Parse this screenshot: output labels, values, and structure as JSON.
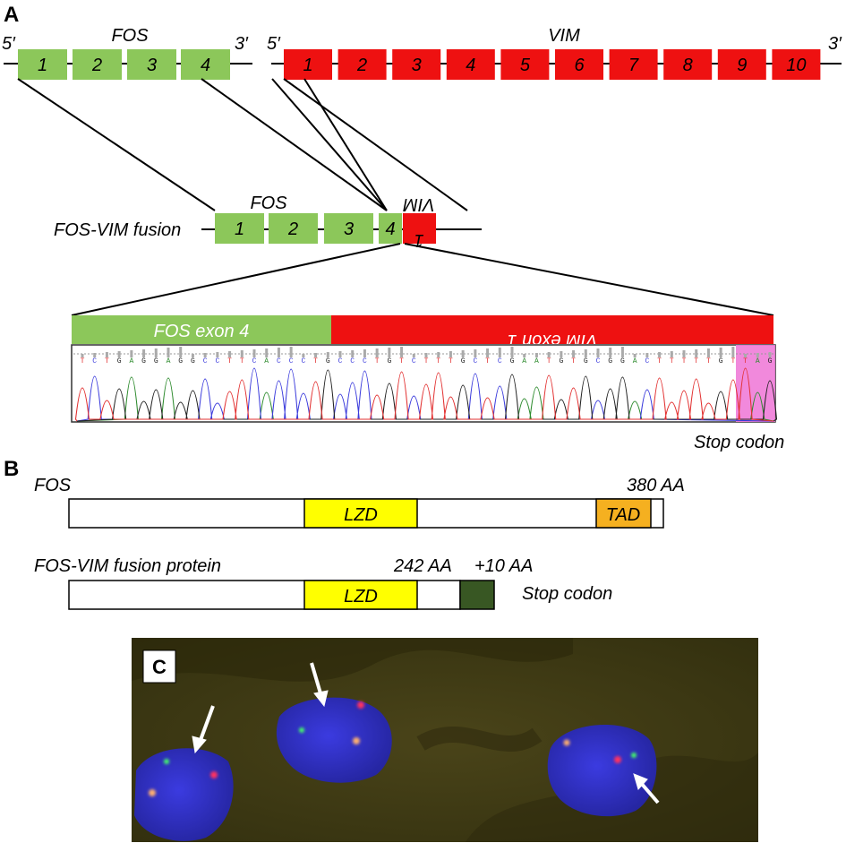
{
  "panel_a": {
    "letter": "A",
    "fos": {
      "name": "FOS",
      "five_prime": "5′",
      "three_prime": "3′",
      "exons": [
        "1",
        "2",
        "3",
        "4"
      ],
      "exon_color": "#8cc75a"
    },
    "vim": {
      "name": "VIM",
      "five_prime": "5′",
      "three_prime": "3′",
      "exons": [
        "1",
        "2",
        "3",
        "4",
        "5",
        "6",
        "7",
        "8",
        "9",
        "10"
      ],
      "exon_color": "#ee1111"
    },
    "fusion": {
      "label": "FOS-VIM fusion",
      "fos_name": "FOS",
      "vim_name": "VIM",
      "fos_exons": [
        "1",
        "2",
        "3",
        "4"
      ],
      "vim_exon": "1"
    },
    "sequencing": {
      "fos_bar_label": "FOS exon 4",
      "vim_bar_label": "VIM exon 1",
      "bases": [
        "T",
        "C",
        "T",
        "G",
        "A",
        "G",
        "G",
        "A",
        "G",
        "G",
        "C",
        "C",
        "T",
        "T",
        "C",
        "A",
        "C",
        "C",
        "C",
        "T",
        "G",
        "C",
        "C",
        "C",
        "T",
        "G",
        "T",
        "C",
        "T",
        "T",
        "T",
        "G",
        "C",
        "T",
        "C",
        "G",
        "A",
        "A",
        "T",
        "G",
        "T",
        "G",
        "C",
        "G",
        "G",
        "A",
        "C",
        "T",
        "T",
        "T",
        "T",
        "T",
        "G",
        "T",
        "T",
        "A",
        "G"
      ],
      "base_colors": {
        "A": "#2e8b2e",
        "C": "#3b3bdc",
        "G": "#222222",
        "T": "#e23030"
      },
      "stop_highlight_color": "#f07cd8",
      "stop_label": "Stop codon"
    }
  },
  "panel_b": {
    "letter": "B",
    "fos_protein": {
      "name": "FOS",
      "length_label": "380 AA",
      "length_aa": 380,
      "domains": [
        {
          "name": "LZD",
          "color": "#ffff00"
        },
        {
          "name": "TAD",
          "color": "#f5b020"
        }
      ]
    },
    "fusion_protein": {
      "name": "FOS-VIM fusion protein",
      "length_label": "242 AA",
      "extra_label": "+10 AA",
      "extra_color": "#385723",
      "stop_label": "Stop codon",
      "domains": [
        {
          "name": "LZD",
          "color": "#ffff00"
        }
      ]
    }
  },
  "panel_c": {
    "letter": "C",
    "background_color": "#3f3a16",
    "nucleus_color": "#3232c8"
  }
}
